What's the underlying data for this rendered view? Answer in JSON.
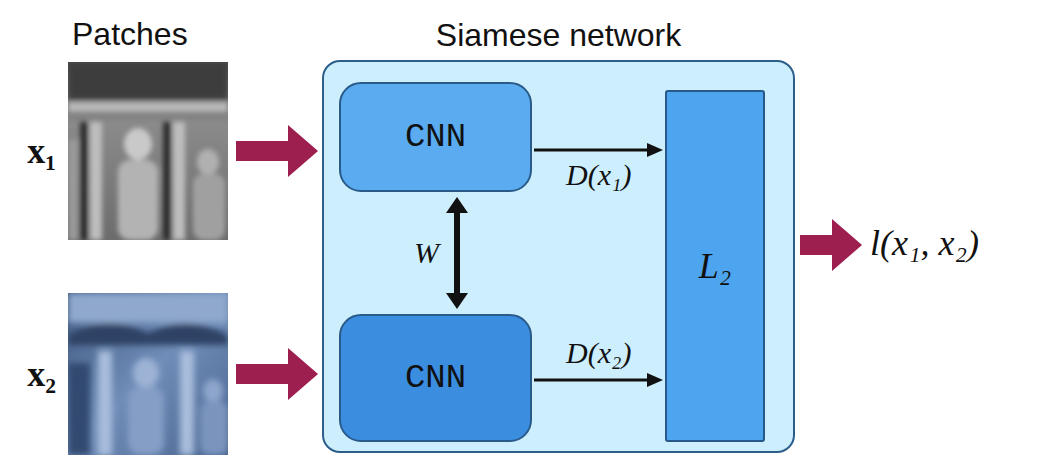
{
  "diagram": {
    "nodes": [
      {
        "text": [
          "x₁"
        ]
      },
      {
        "text": [
          "x₂"
        ]
      },
      {
        "text": [
          "Siamese network"
        ]
      },
      {
        "text": [
          "CNN"
        ],
        "in": 2
      },
      {
        "text": [
          "CNN"
        ],
        "in": 2
      },
      {
        "text": [
          "L₂"
        ],
        "in": 2
      }
    ],
    "edges": [
      {
        "from": 0,
        "to": 2,
        "arrow": "to"
      },
      {
        "from": 1,
        "to": 2,
        "arrow": "to"
      },
      {
        "from": 3,
        "to": 5,
        "label": "D(x₁)",
        "arrow": "to"
      },
      {
        "from": 4,
        "to": 5,
        "label": "D(x₂)",
        "arrow": "to"
      },
      {
        "from": 3,
        "to": 4,
        "label": "W",
        "arrow": "both"
      }
    ],
    "labels": [
      "Patches",
      "l(x₁, x₂)"
    ]
  }
}
